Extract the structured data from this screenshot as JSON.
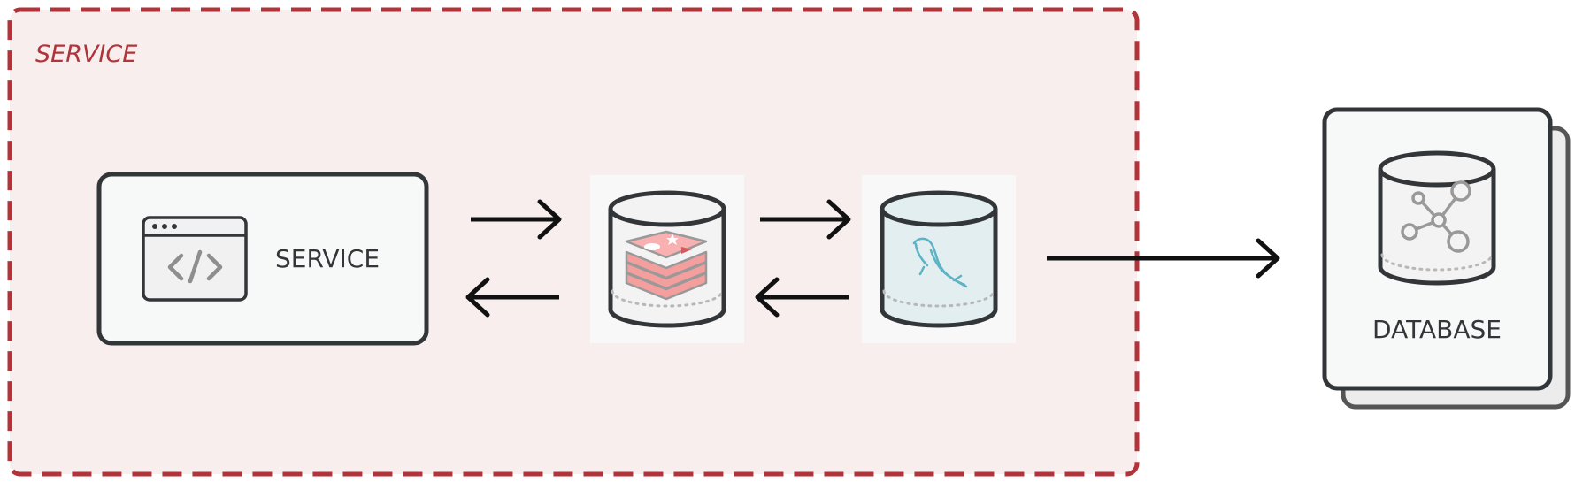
{
  "group": {
    "label": "SERVICE",
    "color": "#b0343a",
    "fill": "#f9eeee"
  },
  "nodes": {
    "service": {
      "label": "SERVICE",
      "icon": "code-window-icon"
    },
    "cache": {
      "icon": "redis-icon",
      "accent": "#f08a8a"
    },
    "mysql": {
      "icon": "mysql-dolphin-icon",
      "accent": "#5bb3c4"
    },
    "database": {
      "label": "DATABASE",
      "icon": "graph-database-icon"
    }
  },
  "colors": {
    "stroke": "#333639",
    "card": "#f7f8f8",
    "arrow": "#111111"
  }
}
